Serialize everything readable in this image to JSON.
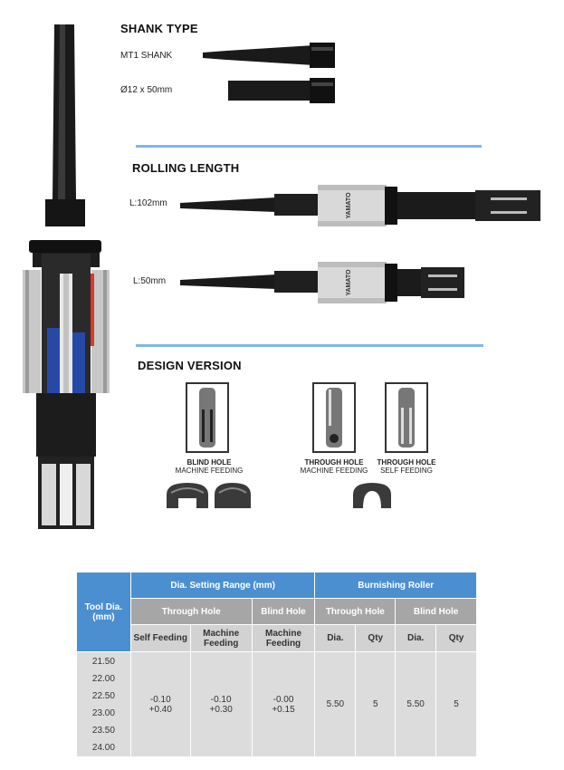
{
  "sections": {
    "shank_type": "SHANK TYPE",
    "rolling_length": "ROLLING LENGTH",
    "design_version": "DESIGN VERSION"
  },
  "shank": {
    "mt1": "MT1 SHANK",
    "straight": "Ø12 x 50mm"
  },
  "rolling": {
    "long": "L:102mm",
    "short": "L:50mm",
    "brand": "YAMATO"
  },
  "design": [
    {
      "title": "BLIND HOLE",
      "sub": "MACHINE FEEDING"
    },
    {
      "title": "THROUGH HOLE",
      "sub": "MACHINE FEEDING"
    },
    {
      "title": "THROUGH HOLE",
      "sub": "SELF FEEDING"
    }
  ],
  "table": {
    "tool_dia": "Tool Dia. (mm)",
    "dia_setting_range": "Dia. Setting Range (mm)",
    "burnishing_roller": "Burnishing Roller",
    "through_hole": "Through Hole",
    "blind_hole": "Blind Hole",
    "self_feeding": "Self Feeding",
    "machine_feeding": "Machine Feeding",
    "machine_feeding_2": "Machine Feeding",
    "roller_through_hole": "Through Hole",
    "roller_blind_hole": "Blind Hole",
    "dia": "Dia.",
    "qty": "Qty",
    "dia_2": "Dia.",
    "qty_2": "Qty",
    "tool_dias": [
      "21.50",
      "22.00",
      "22.50",
      "23.00",
      "23.50",
      "24.00"
    ],
    "self_feeding_range": [
      "-0.10",
      "+0.40"
    ],
    "machine_feeding_range": [
      "-0.10",
      "+0.30"
    ],
    "blind_machine_range": [
      "-0.00",
      "+0.15"
    ],
    "roller_through_dia": "5.50",
    "roller_through_qty": "5",
    "roller_blind_dia": "5.50",
    "roller_blind_qty": "5"
  },
  "colors": {
    "header_blue": "#4b8fd1",
    "header_grey": "#a6a6a6",
    "subheader_grey": "#d2d2d2",
    "body_grey": "#dcdcdc",
    "rule_blue": "#7fb6e8"
  }
}
